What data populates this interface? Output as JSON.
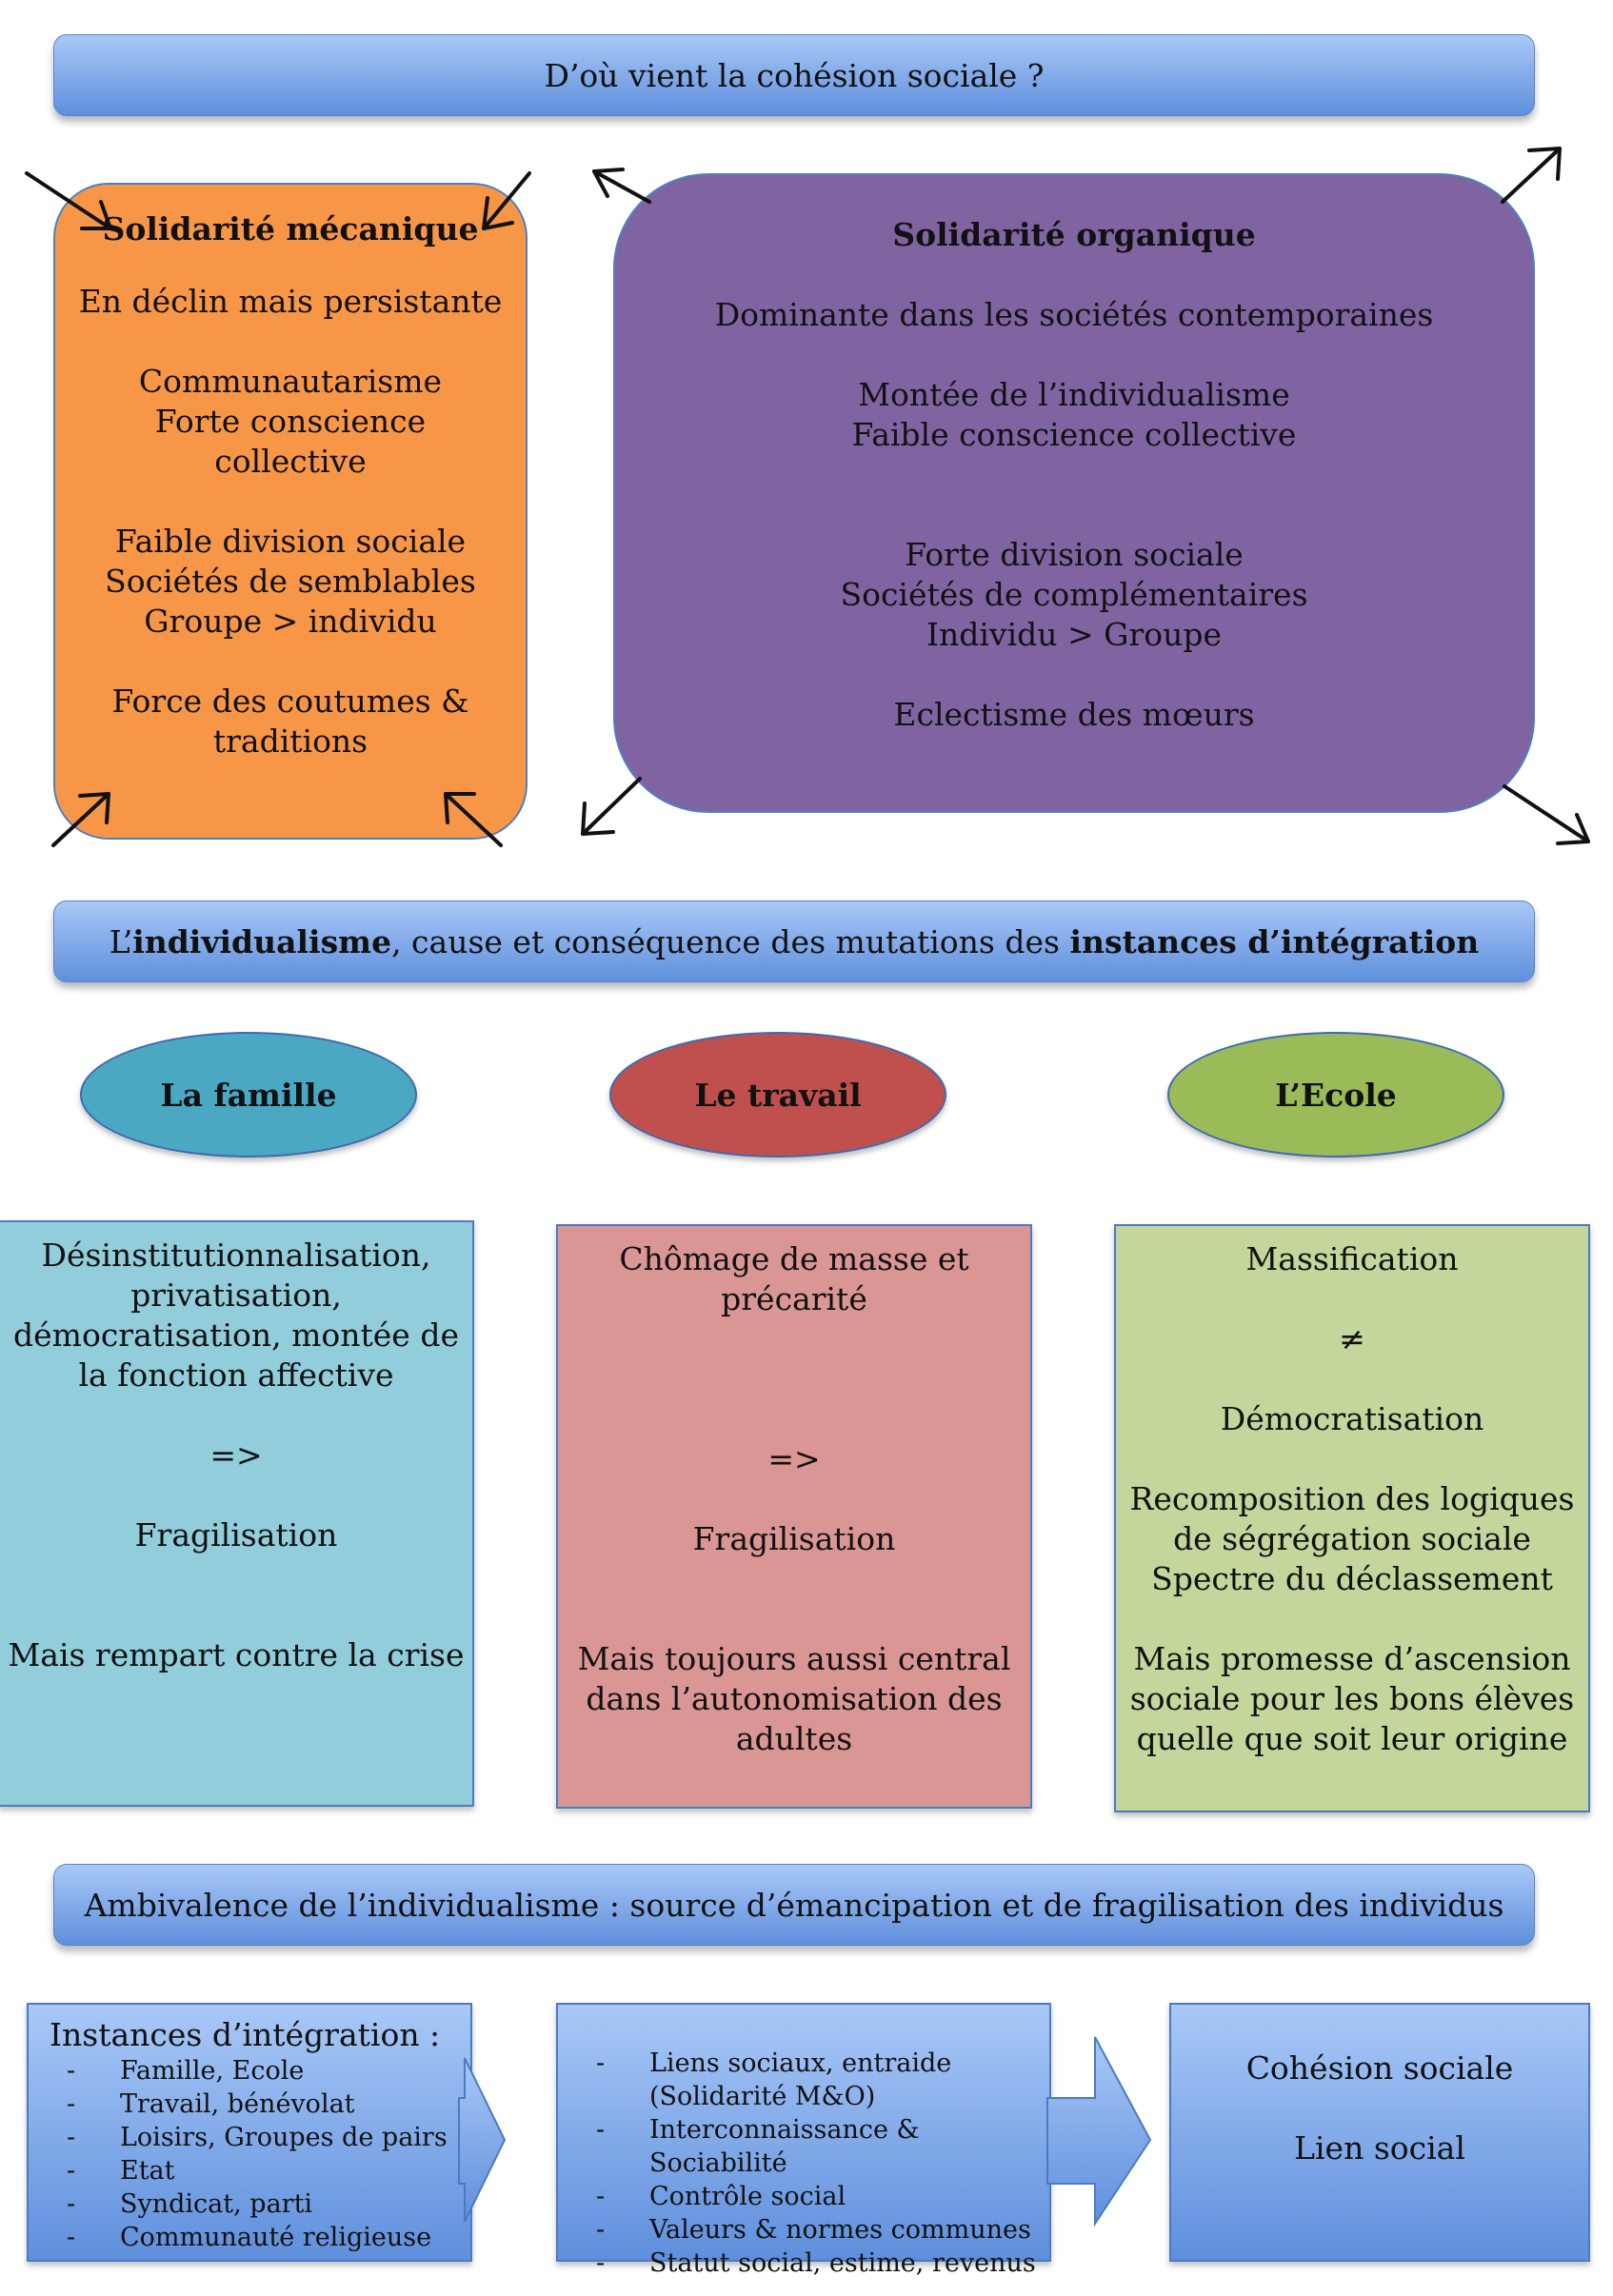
{
  "title_banner": "D’où vient la cohésion sociale ?",
  "mechanical": {
    "title": "Solidarité mécanique",
    "paragraphs": [
      "En déclin mais persistante",
      "Communautarisme\nForte conscience\ncollective",
      "Faible division sociale\nSociétés de semblables\nGroupe > individu",
      "Force des coutumes &\ntraditions"
    ]
  },
  "organic": {
    "title": "Solidarité organique",
    "paragraphs": [
      "Dominante dans les sociétés contemporaines",
      "Montée de l’individualisme\nFaible conscience collective",
      "Forte division sociale\nSociétés de complémentaires\nIndividu > Groupe",
      "Eclectisme des mœurs"
    ]
  },
  "individualism_banner": {
    "part1": "L’",
    "bold1": "individualisme",
    "part2": ", cause et conséquence des mutations des ",
    "bold2": "instances d’intégration"
  },
  "institutions": [
    {
      "name": "La famille",
      "oval_color": "#4aa8c2",
      "card_color": "#92cddc",
      "paragraphs": [
        "Désinstitutionnalisation,\nprivatisation,\ndémocratisation, montée de\nla fonction affective",
        "=>",
        "Fragilisation",
        "Mais rempart contre la crise"
      ]
    },
    {
      "name": "Le travail",
      "oval_color": "#c0504d",
      "card_color": "#d99694",
      "paragraphs": [
        "Chômage de masse et\nprécarité",
        "=>",
        "Fragilisation",
        "Mais toujours aussi central\ndans l’autonomisation des\nadultes"
      ]
    },
    {
      "name": "L’Ecole",
      "oval_color": "#9bbb59",
      "card_color": "#c3d69b",
      "paragraphs": [
        "Massification",
        "≠",
        "Démocratisation",
        "Recomposition des logiques\nde ségrégation sociale\nSpectre du déclassement",
        "Mais promesse d’ascension\nsociale pour les bons élèves\nquelle que soit leur origine"
      ]
    }
  ],
  "ambivalence_banner": "Ambivalence de l’individualisme : source d’émancipation et de fragilisation des individus",
  "bottom": {
    "left_title": "Instances d’intégration :",
    "left_items": [
      "Famille, Ecole",
      "Travail, bénévolat",
      "Loisirs, Groupes de pairs",
      "Etat",
      "Syndicat, parti",
      "Communauté religieuse"
    ],
    "middle_items": [
      "Liens sociaux, entraide\n(Solidarité M&O)",
      "Interconnaissance & Sociabilité",
      "Contrôle social",
      "Valeurs & normes communes",
      "Statut social, estime, revenus"
    ],
    "right_lines": [
      "Cohésion sociale",
      "Lien social"
    ]
  },
  "colors": {
    "mechanical_fill": "#f79646",
    "organic_fill": "#8064a2",
    "banner_gradient": [
      "#a9c8f7",
      "#5f8fdc"
    ]
  }
}
